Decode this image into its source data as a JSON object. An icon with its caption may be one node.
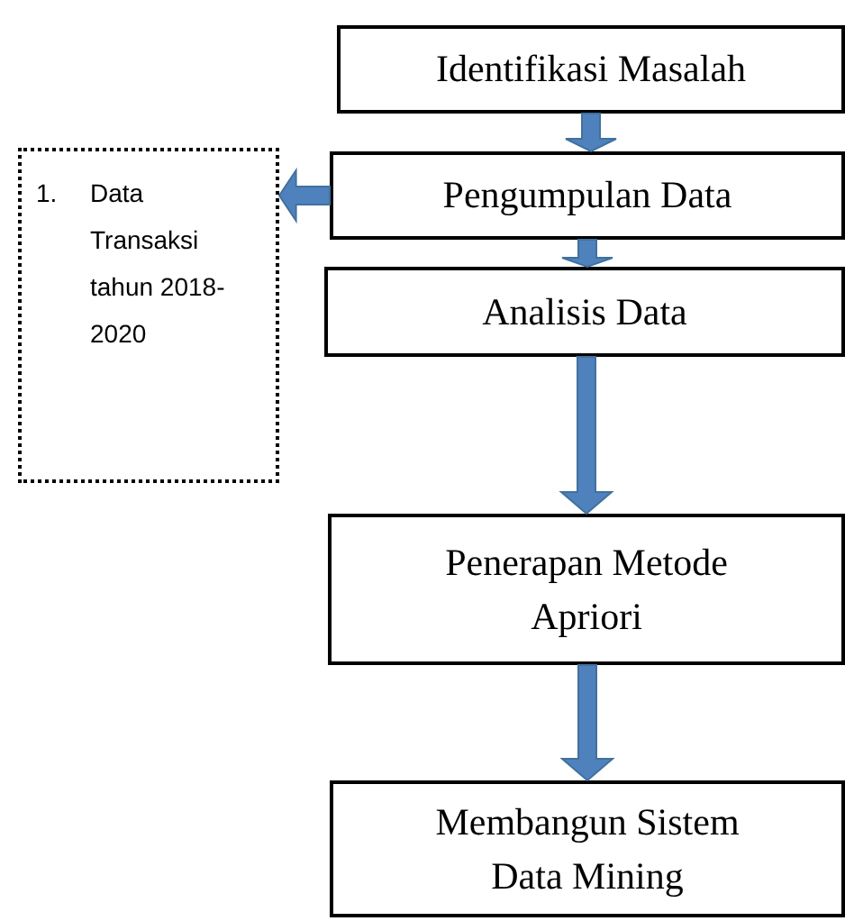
{
  "diagram": {
    "nodes": [
      {
        "text": [
          "Identifikasi Masalah"
        ]
      },
      {
        "text": [
          "1.",
          "Data Transaksi tahun 2018-2020"
        ]
      },
      {
        "text": [
          "Pengumpulan Data"
        ]
      },
      {
        "text": [
          "Analisis Data"
        ]
      },
      {
        "text": [
          "Penerapan Metode Apriori"
        ]
      },
      {
        "text": [
          "Membangun Sistem Data Mining"
        ]
      }
    ],
    "edges": [
      {
        "from": 0,
        "to": 2,
        "arrow": "to"
      },
      {
        "from": 2,
        "to": 1,
        "arrow": "to"
      },
      {
        "from": 2,
        "to": 3,
        "arrow": "to"
      },
      {
        "from": 3,
        "to": 4,
        "arrow": "to"
      },
      {
        "from": 4,
        "to": 5,
        "arrow": "to"
      }
    ]
  }
}
